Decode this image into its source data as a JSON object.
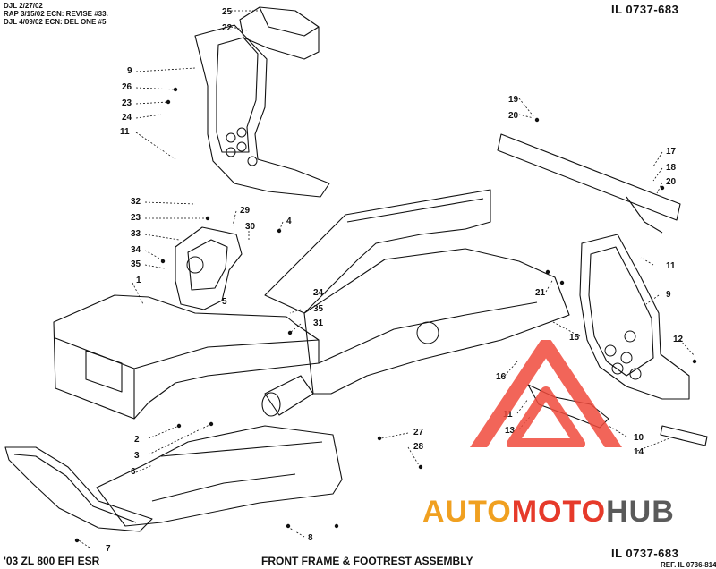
{
  "header": {
    "revision_notes": [
      "DJL 2/27/02",
      "RAP 3/15/02 ECN: REVISE #33.",
      "DJL 4/09/02 ECN: DEL ONE #5"
    ],
    "illustration_number": "IL 0737-683"
  },
  "footer": {
    "model": "'03 ZL 800 EFI ESR",
    "title": "FRONT FRAME & FOOTREST ASSEMBLY",
    "illustration_number": "IL 0737-683",
    "reference": "REF. IL 0736-814"
  },
  "watermark": {
    "parts": [
      "AUTO",
      "MOTO",
      "HUB"
    ],
    "colors": {
      "logo": "#f04a3c",
      "auto": "#f0a020",
      "moto": "#e63a2a",
      "hub": "#5a5a5a"
    }
  },
  "callouts": [
    {
      "id": "c1",
      "label": "1"
    },
    {
      "id": "c2",
      "label": "2"
    },
    {
      "id": "c3",
      "label": "3"
    },
    {
      "id": "c4",
      "label": "4"
    },
    {
      "id": "c5",
      "label": "5"
    },
    {
      "id": "c6",
      "label": "6"
    },
    {
      "id": "c7",
      "label": "7"
    },
    {
      "id": "c8",
      "label": "8"
    },
    {
      "id": "c9a",
      "label": "9"
    },
    {
      "id": "c9b",
      "label": "9"
    },
    {
      "id": "c10",
      "label": "10"
    },
    {
      "id": "c11a",
      "label": "11"
    },
    {
      "id": "c11b",
      "label": "11"
    },
    {
      "id": "c11c",
      "label": "11"
    },
    {
      "id": "c12",
      "label": "12"
    },
    {
      "id": "c13",
      "label": "13"
    },
    {
      "id": "c14",
      "label": "14"
    },
    {
      "id": "c15",
      "label": "15"
    },
    {
      "id": "c16",
      "label": "16"
    },
    {
      "id": "c17",
      "label": "17"
    },
    {
      "id": "c18",
      "label": "18"
    },
    {
      "id": "c19",
      "label": "19"
    },
    {
      "id": "c20a",
      "label": "20"
    },
    {
      "id": "c20b",
      "label": "20"
    },
    {
      "id": "c21",
      "label": "21"
    },
    {
      "id": "c22",
      "label": "22"
    },
    {
      "id": "c23a",
      "label": "23"
    },
    {
      "id": "c23b",
      "label": "23"
    },
    {
      "id": "c24a",
      "label": "24"
    },
    {
      "id": "c24b",
      "label": "24"
    },
    {
      "id": "c25",
      "label": "25"
    },
    {
      "id": "c26",
      "label": "26"
    },
    {
      "id": "c27",
      "label": "27"
    },
    {
      "id": "c28",
      "label": "28"
    },
    {
      "id": "c29",
      "label": "29"
    },
    {
      "id": "c30",
      "label": "30"
    },
    {
      "id": "c31",
      "label": "31"
    },
    {
      "id": "c32",
      "label": "32"
    },
    {
      "id": "c33",
      "label": "33"
    },
    {
      "id": "c34",
      "label": "34"
    },
    {
      "id": "c35a",
      "label": "35"
    },
    {
      "id": "c35b",
      "label": "35"
    }
  ]
}
